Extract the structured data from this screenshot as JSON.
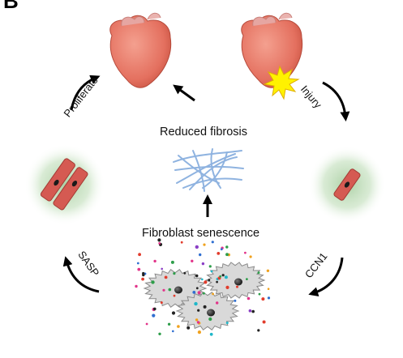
{
  "panel_letter": "B",
  "labels": {
    "proliferate": "Proliferate",
    "injury": "Injury",
    "reduced_fibrosis": "Reduced fibrosis",
    "fibroblast_senescence": "Fibroblast senescence",
    "sasp": "SASP",
    "ccn1": "CCN1"
  },
  "colors": {
    "heart": "#e8776a",
    "heart_dark": "#c95446",
    "vessel": "#e9a9a4",
    "burst": "#fff200",
    "cardiomyocyte": "#d55a52",
    "halo": "#b9d8b3",
    "fiber": "#8fb3e0",
    "fibroblast": "#d7d7d7",
    "arrow": "#000000"
  }
}
